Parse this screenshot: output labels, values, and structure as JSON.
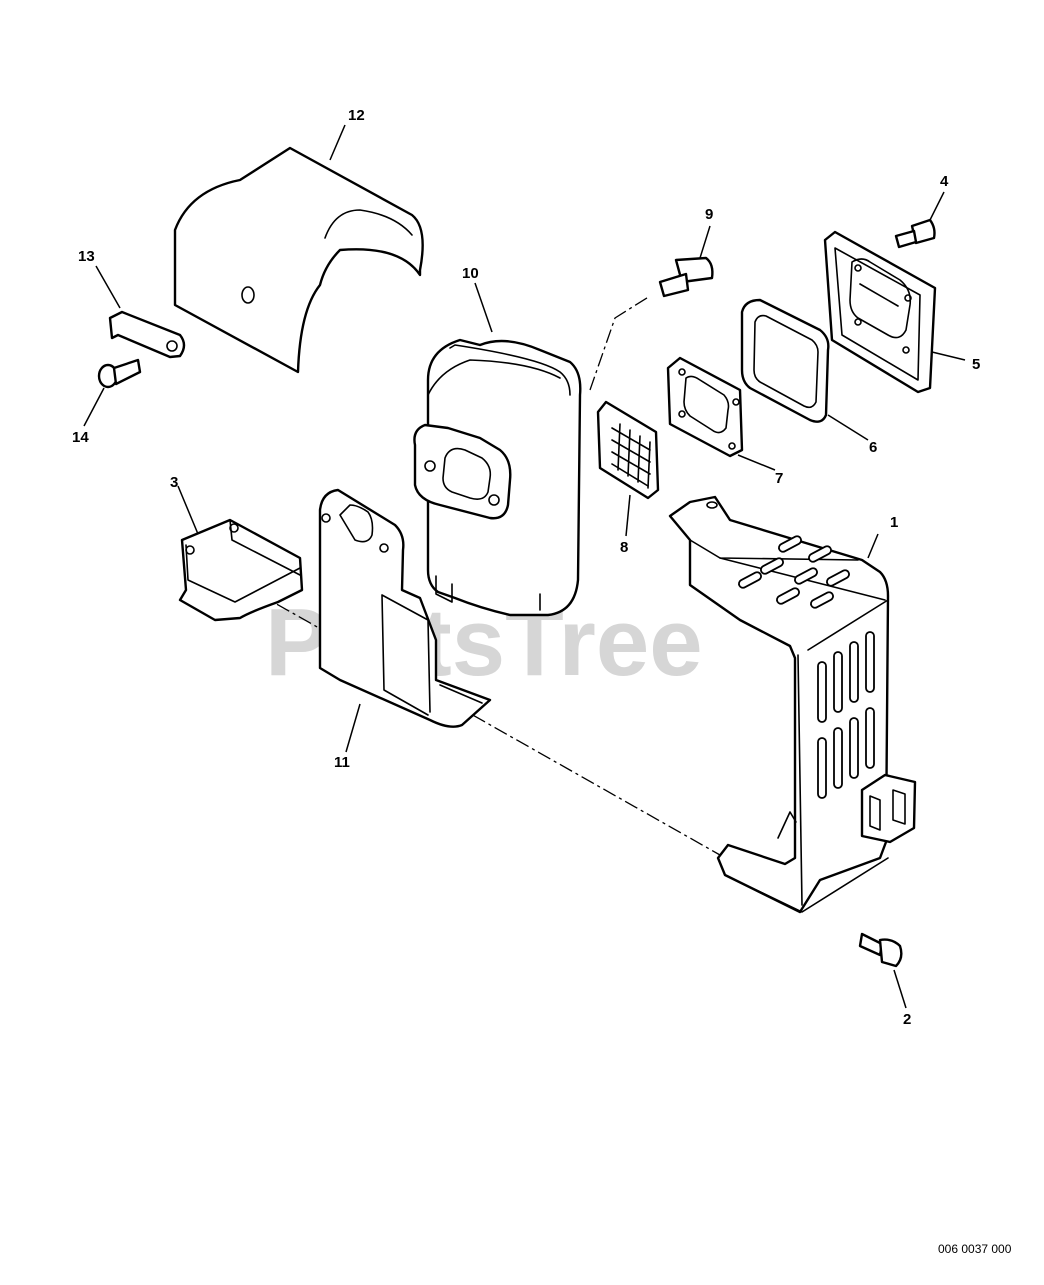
{
  "diagram": {
    "callouts": [
      "1",
      "2",
      "3",
      "4",
      "5",
      "6",
      "7",
      "8",
      "9",
      "10",
      "11",
      "12",
      "13",
      "14"
    ],
    "watermark": "PartsTree",
    "drawing_code": "006 0037 000"
  }
}
